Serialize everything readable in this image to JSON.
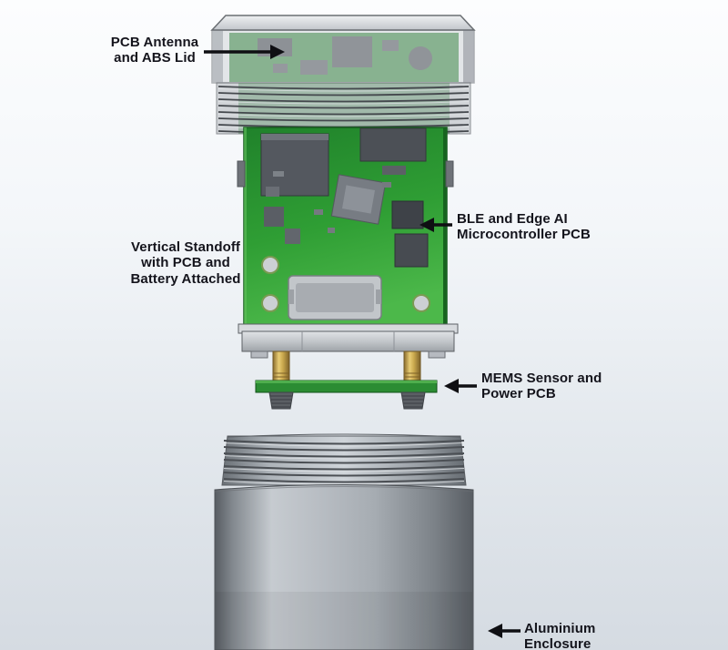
{
  "diagram": {
    "labels": {
      "lid": "PCB Antenna\nand ABS Lid",
      "standoff": "Vertical Standoff\nwith PCB and\nBattery Attached",
      "ble": "BLE and Edge AI\nMicrocontroller PCB",
      "mems": "MEMS Sensor and\nPower PCB",
      "enclosure": "Aluminium\nEnclosure"
    },
    "colors": {
      "pcb_green": "#2f9e34",
      "brass_standoff": "#caa94e",
      "enclosure_gray": "#a6acb2",
      "label_text": "#14141c",
      "arrow_black": "#0f0f13"
    }
  }
}
